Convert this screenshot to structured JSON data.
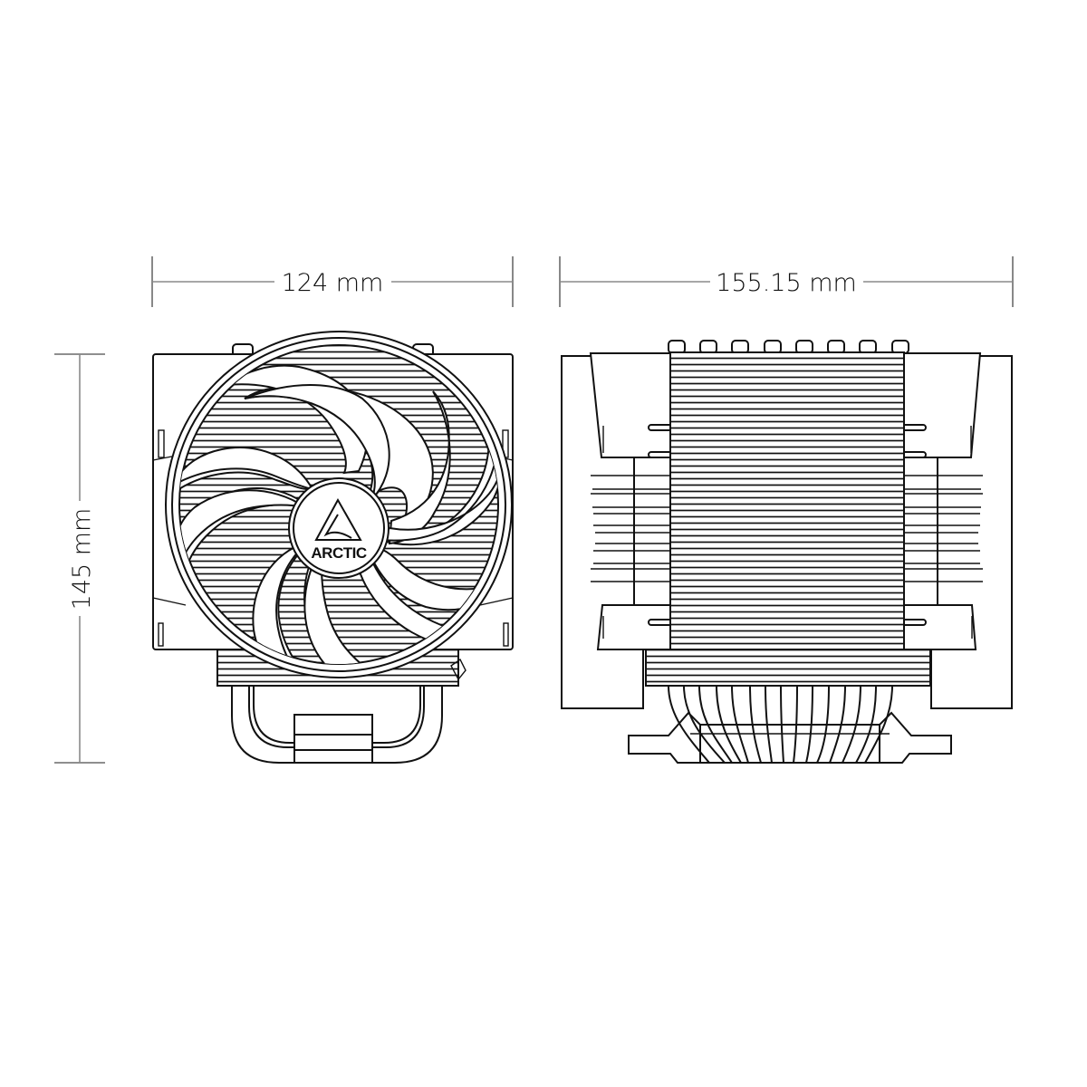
{
  "drawing": {
    "subject": "CPU air cooler technical dimension drawing",
    "brand_logo_text": "ARCTIC",
    "views": [
      {
        "name": "front-view",
        "description": "Front view with fan"
      },
      {
        "name": "side-view",
        "description": "Side view showing fin stack, heatpipes and fan clips"
      }
    ]
  },
  "dimensions": {
    "width_front": {
      "value": "124",
      "unit": "mm",
      "label": "124 mm"
    },
    "depth_side": {
      "value": "155.15",
      "unit": "mm",
      "label": "155.15 mm"
    },
    "height": {
      "value": "145",
      "unit": "mm",
      "label": "145 mm"
    }
  },
  "colors": {
    "background": "#ffffff",
    "line": "#111111",
    "dimension_line": "#8a8a8a"
  }
}
